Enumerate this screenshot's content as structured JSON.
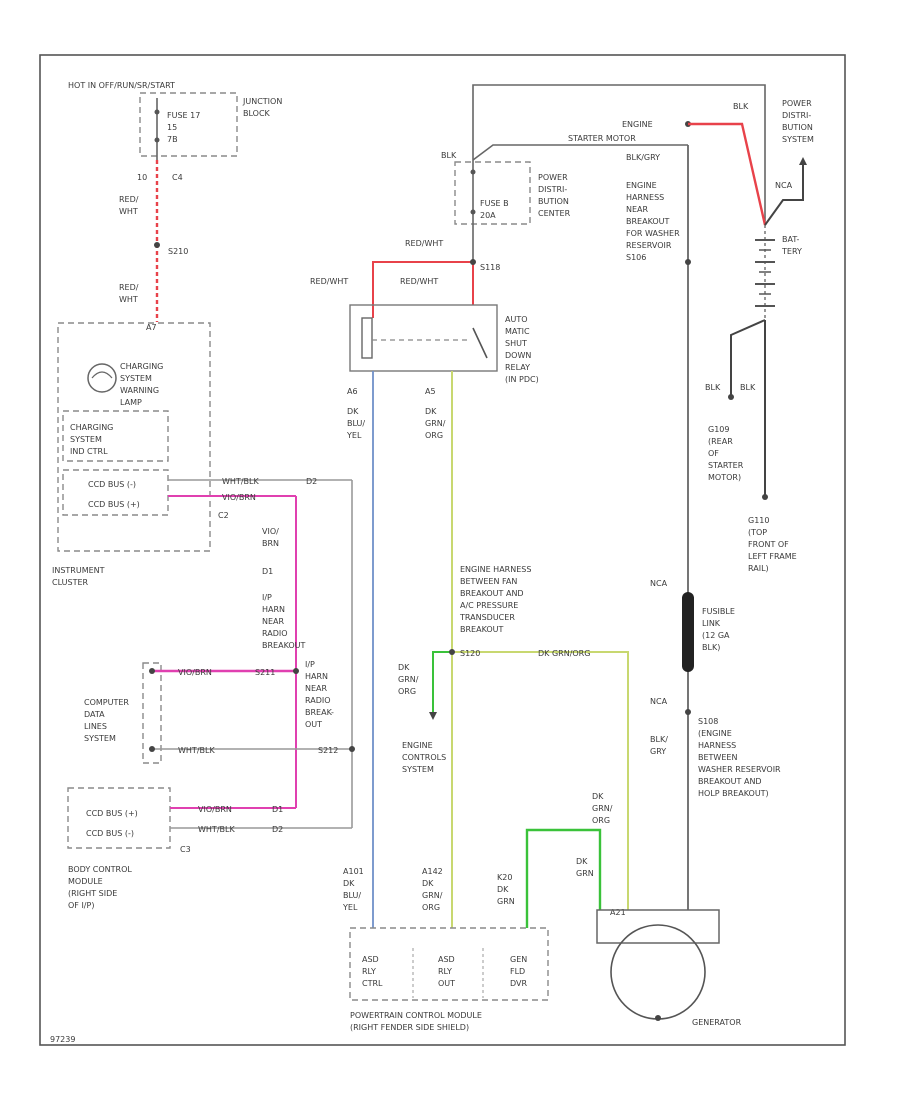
{
  "labels": {
    "hot_in_run": "HOT IN OFF/RUN/SR/START",
    "junction_block": [
      "JUNCTION",
      "BLOCK"
    ],
    "fuse_17": [
      "FUSE 17",
      "15",
      "7B"
    ],
    "c4_pin": "10",
    "c4": "C4",
    "red_wht_1": [
      "RED/",
      "WHT"
    ],
    "s210": "S210",
    "red_wht_2": [
      "RED/",
      "WHT"
    ],
    "a7_pin": "A7",
    "charging_lamp": [
      "CHARGING",
      "SYSTEM",
      "WARNING",
      "LAMP"
    ],
    "charging_ctrl": [
      "CHARGING",
      "SYSTEM",
      "IND CTRL"
    ],
    "ccd_bus_minus": "CCD BUS (-)",
    "ccd_bus_plus": "CCD BUS (+)",
    "c2": "C2",
    "instrument_cluster": [
      "INSTRUMENT",
      "CLUSTER"
    ],
    "wht_blk_1": "WHT/BLK",
    "violet_brn_1": "VIO/BRN",
    "d2": "D2",
    "d1": "D1",
    "vio_brn_vert": [
      "VIO/",
      "BRN"
    ],
    "ip_harn_1": [
      "I/P",
      "HARN",
      "NEAR",
      "RADIO",
      "BREAKOUT"
    ],
    "computer_data": [
      "COMPUTER",
      "DATA",
      "LINES",
      "SYSTEM"
    ],
    "violet_brn_2": "VIO/BRN",
    "wht_blk_2": "WHT/BLK",
    "s211": "S211",
    "ip_harn_2": [
      "I/P",
      "HARN",
      "NEAR",
      "RADIO",
      "BREAK-",
      "OUT"
    ],
    "s212": "S212",
    "bcm_ccd_plus": "CCD BUS (+)",
    "bcm_ccd_minus": "CCD BUS (-)",
    "c3": "C3",
    "violet_brn_3": "VIO/BRN",
    "wht_blk_3": "WHT/BLK",
    "d1b": "D1",
    "d2b": "D2",
    "body_control": [
      "BODY CONTROL",
      "MODULE",
      "(RIGHT SIDE",
      "OF I/P)"
    ],
    "blk_top": "BLK",
    "fuse_b": [
      "FUSE B",
      "20A"
    ],
    "pdc": [
      "POWER",
      "DISTRI-",
      "BUTION",
      "CENTER"
    ],
    "red_wht_3": "RED/WHT",
    "red_wht_4": "RED/WHT",
    "red_wht_5": "RED/WHT",
    "s118": "S118",
    "asd_relay": [
      "AUTO",
      "MATIC",
      "SHUT",
      "DOWN",
      "RELAY",
      "(IN PDC)"
    ],
    "a6": "A6",
    "dk_blu_yel": [
      "DK",
      "BLU/",
      "YEL"
    ],
    "a5": "A5",
    "dk_grn_org": [
      "DK",
      "GRN/",
      "ORG"
    ],
    "engine_harn_1": [
      "ENGINE HARNESS",
      "BETWEEN FAN",
      "BREAKOUT AND",
      "A/C PRESSURE",
      "TRANSDUCER",
      "BREAKOUT"
    ],
    "s120": "S120",
    "dk_grn_org_2": "DK GRN/ORG",
    "dk_grn_org_3": [
      "DK",
      "GRN/",
      "ORG"
    ],
    "engine_controls": [
      "ENGINE",
      "CONTROLS",
      "SYSTEM"
    ],
    "engine_top": "ENGINE",
    "starter_motor_top": "STARTER MOTOR",
    "blk_gry_top": "BLK/GRY",
    "engine_harn_2": [
      "ENGINE",
      "HARNESS",
      "NEAR",
      "BREAKOUT",
      "FOR WASHER",
      "RESERVOIR",
      "S106"
    ],
    "blk_batt": "BLK",
    "pdc_right": [
      "POWER",
      "DISTRI-",
      "BUTION",
      "SYSTEM"
    ],
    "nca_top": "NCA",
    "battery": [
      "BAT-",
      "TERY"
    ],
    "blk_1": "BLK",
    "blk_2": "BLK",
    "g109": [
      "G109",
      "(REAR",
      "OF",
      "STARTER",
      "MOTOR)"
    ],
    "g110": [
      "G110",
      "(TOP",
      "FRONT OF",
      "LEFT FRAME",
      "RAIL)"
    ],
    "nca_mid": "NCA",
    "fusible_link": [
      "FUSIBLE",
      "LINK",
      "(12 GA",
      "BLK)"
    ],
    "nca_low": "NCA",
    "s108": [
      "S108",
      "(ENGINE",
      "HARNESS",
      "BETWEEN",
      "WASHER RESERVOIR",
      "BREAKOUT AND",
      "HOLP BREAKOUT)"
    ],
    "blk_gry_mid": [
      "BLK/",
      "GRY"
    ],
    "dk_grn_r": [
      "DK",
      "GRN/",
      "ORG"
    ],
    "dk_grn_r2": [
      "DK",
      "GRN"
    ],
    "a21": "A21",
    "k20": [
      "K20",
      "DK",
      "GRN"
    ],
    "a142": [
      "A142",
      "DK",
      "GRN/",
      "ORG"
    ],
    "a101": [
      "A101",
      "DK",
      "BLU/",
      "YEL"
    ],
    "pcm_cells": [
      [
        "ASD",
        "RLY",
        "CTRL"
      ],
      [
        "ASD",
        "RLY",
        "OUT"
      ],
      [
        "GEN",
        "FLD",
        "DVR"
      ]
    ],
    "pcm": [
      "POWERTRAIN CONTROL MODULE",
      "(RIGHT FENDER SIDE SHIELD)"
    ],
    "generator": "GENERATOR",
    "fig_code": "97239"
  },
  "colors": {
    "red_wire": "#e8424a",
    "pink_wire": "#e040b0",
    "yellow_green_wire": "#c8d870",
    "green_wire": "#3ac23a",
    "blue_wire": "#7090c8",
    "gray_wire": "#999999",
    "black_wire": "#444444"
  }
}
